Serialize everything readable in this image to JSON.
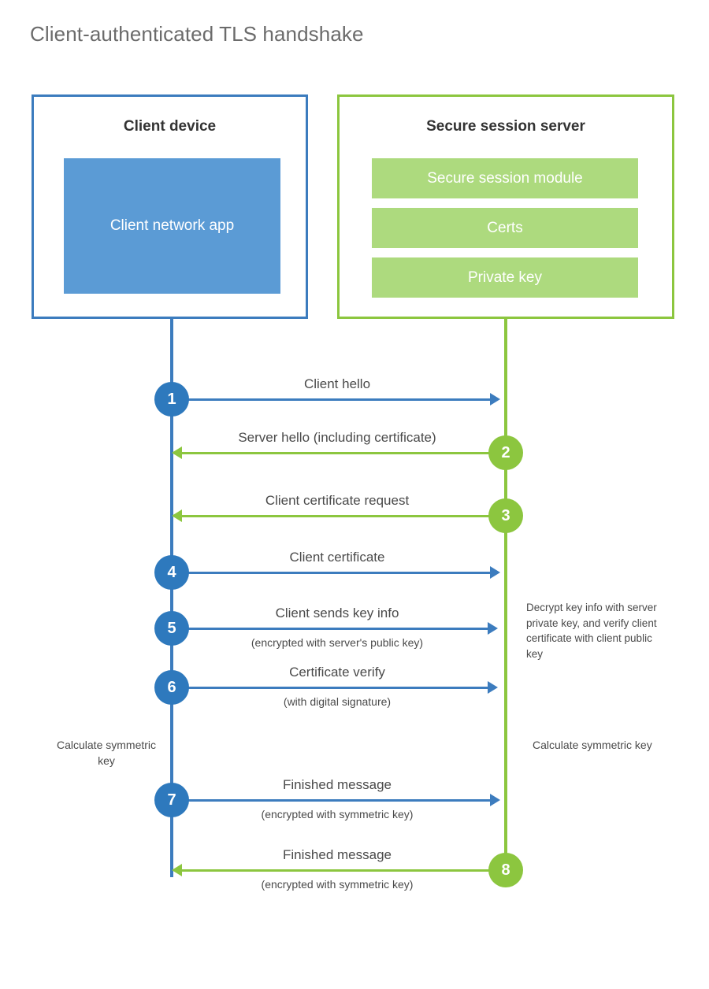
{
  "title": "Client-authenticated TLS handshake",
  "colors": {
    "client_blue": "#3c7cbe",
    "client_badge_blue": "#2e79bd",
    "client_app_fill": "#5b9bd5",
    "server_green": "#8cc63f",
    "server_block_fill": "#adda7e",
    "text_gray": "#4a4a4a",
    "title_gray": "#6b6b6b"
  },
  "actors": {
    "client": {
      "title": "Client device",
      "blocks": [
        {
          "label": "Client network app"
        }
      ]
    },
    "server": {
      "title": "Secure session server",
      "blocks": [
        {
          "label": "Secure session module"
        },
        {
          "label": "Certs"
        },
        {
          "label": "Private key"
        }
      ]
    }
  },
  "steps": [
    {
      "number": "1",
      "direction": "client-to-server",
      "label": "Client hello",
      "sublabel": ""
    },
    {
      "number": "2",
      "direction": "server-to-client",
      "label": "Server hello (including certificate)",
      "sublabel": ""
    },
    {
      "number": "3",
      "direction": "server-to-client",
      "label": "Client certificate request",
      "sublabel": ""
    },
    {
      "number": "4",
      "direction": "client-to-server",
      "label": "Client certificate",
      "sublabel": ""
    },
    {
      "number": "5",
      "direction": "client-to-server",
      "label": "Client sends key info",
      "sublabel": "(encrypted with server's public key)"
    },
    {
      "number": "6",
      "direction": "client-to-server",
      "label": "Certificate verify",
      "sublabel": "(with digital signature)"
    },
    {
      "number": "7",
      "direction": "client-to-server",
      "label": "Finished message",
      "sublabel": "(encrypted with symmetric key)"
    },
    {
      "number": "8",
      "direction": "server-to-client",
      "label": "Finished message",
      "sublabel": "(encrypted with symmetric key)"
    }
  ],
  "notes": {
    "decrypt": "Decrypt key info with server private key, and verify client certificate with client public key",
    "calculate_client": "Calculate symmetric key",
    "calculate_server": "Calculate symmetric key"
  }
}
